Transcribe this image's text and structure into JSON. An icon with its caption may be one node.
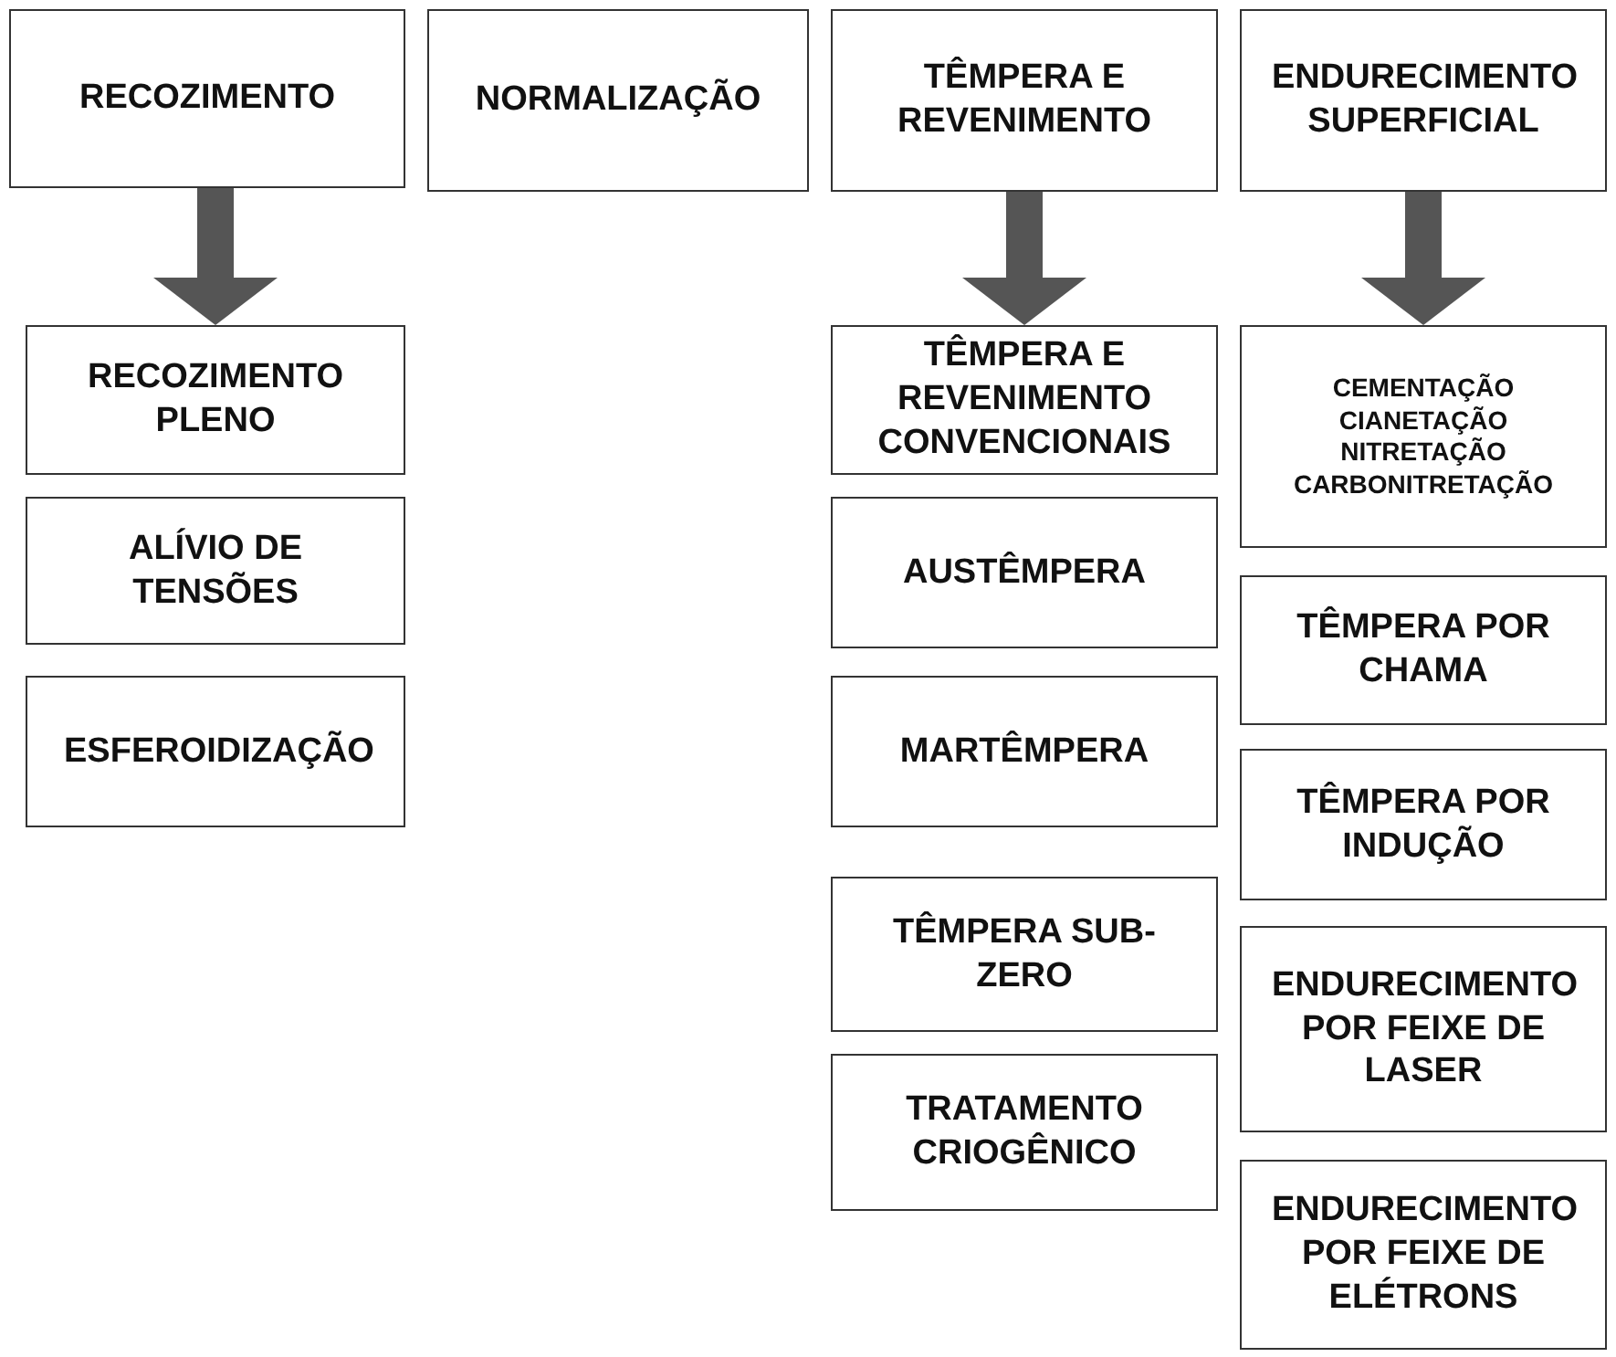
{
  "diagram": {
    "nodes": [
      {
        "text": [
          "RECOZIMENTO"
        ]
      },
      {
        "text": [
          "NORMALIZAÇÃO"
        ]
      },
      {
        "text": [
          "TÊMPERA E REVENIMENTO"
        ]
      },
      {
        "text": [
          "ENDURECIMENTO SUPERFICIAL"
        ]
      },
      {
        "text": [
          "RECOZIMENTO PLENO"
        ]
      },
      {
        "text": [
          "ALÍVIO DE TENSÕES"
        ]
      },
      {
        "text": [
          "ESFEROIDIZAÇÃO"
        ]
      },
      {
        "text": [
          "TÊMPERA E REVENIMENTO CONVENCIONAIS"
        ]
      },
      {
        "text": [
          "AUSTÊMPERA"
        ]
      },
      {
        "text": [
          "MARTÊMPERA"
        ]
      },
      {
        "text": [
          "TÊMPERA SUB-ZERO"
        ]
      },
      {
        "text": [
          "TRATAMENTO CRIOGÊNICO"
        ]
      },
      {
        "text": [
          "CEMENTAÇÃO",
          "CIANETAÇÃO",
          "NITRETAÇÃO",
          "CARBONITRETAÇÃO"
        ]
      },
      {
        "text": [
          "TÊMPERA POR CHAMA"
        ]
      },
      {
        "text": [
          "TÊMPERA POR INDUÇÃO"
        ]
      },
      {
        "text": [
          "ENDURECIMENTO POR FEIXE DE LASER"
        ]
      },
      {
        "text": [
          "ENDURECIMENTO POR FEIXE DE ELÉTRONS"
        ]
      }
    ],
    "edges": [
      {
        "from": 0,
        "to": 4,
        "arrow": "to"
      },
      {
        "from": 2,
        "to": 7,
        "arrow": "to"
      },
      {
        "from": 3,
        "to": 12,
        "arrow": "to"
      }
    ]
  }
}
